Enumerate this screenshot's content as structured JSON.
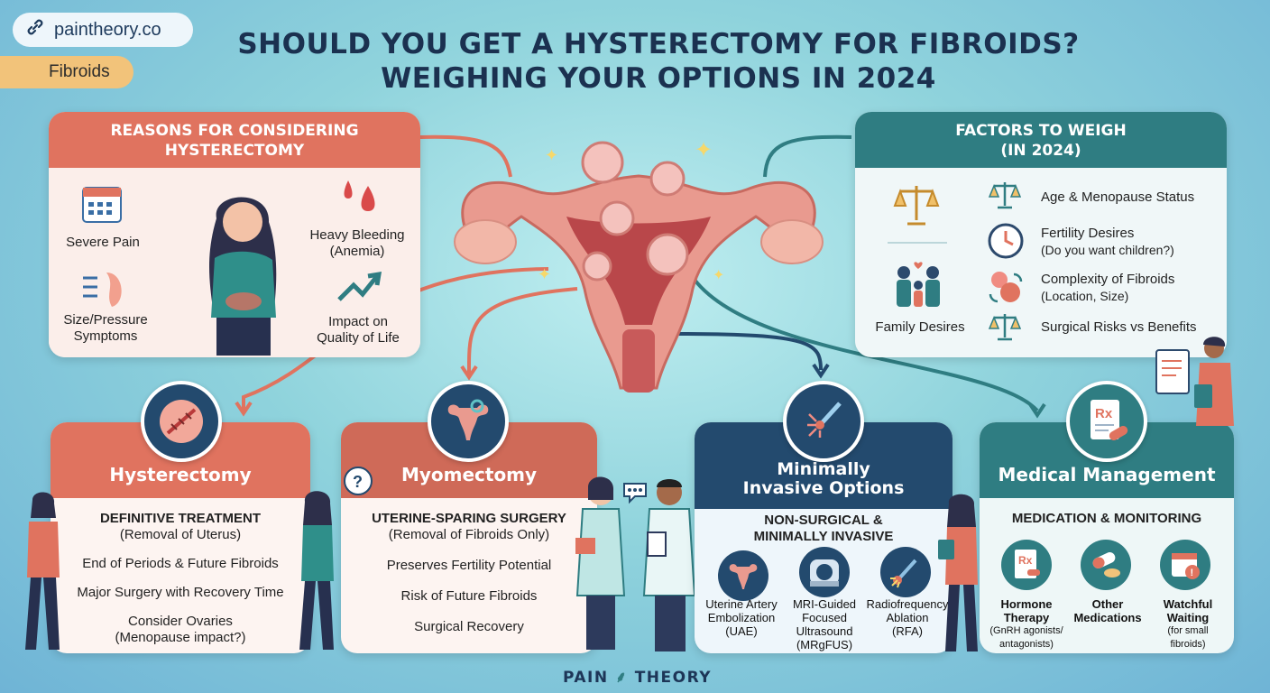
{
  "header": {
    "site": "paintheory.co",
    "tag": "Fibroids",
    "title_line1": "SHOULD YOU GET A HYSTERECTOMY FOR FIBROIDS?",
    "title_line2": "WEIGHING YOUR OPTIONS IN 2024"
  },
  "reasons": {
    "title_line1": "REASONS FOR CONSIDERING",
    "title_line2": "HYSTERECTOMY",
    "severe_pain": "Severe Pain",
    "size_line1": "Size/Pressure",
    "size_line2": "Symptoms",
    "bleeding_line1": "Heavy Bleeding",
    "bleeding_line2": "(Anemia)",
    "impact_line1": "Impact on",
    "impact_line2": "Quality of Life"
  },
  "factors": {
    "title_line1": "FACTORS TO WEIGH",
    "title_line2": "(IN 2024)",
    "family": "Family Desires",
    "age": "Age & Menopause Status",
    "fertility": "Fertility Desires",
    "fertility_sub": "(Do you want children?)",
    "complexity": "Complexity of Fibroids",
    "complexity_sub": "(Location, Size)",
    "risks": "Surgical Risks vs Benefits"
  },
  "hysterectomy": {
    "title": "Hysterectomy",
    "heading": "DEFINITIVE TREATMENT",
    "heading_sub": "(Removal of Uterus)",
    "point1": "End of Periods & Future Fibroids",
    "point2": "Major Surgery with Recovery Time",
    "point3_line1": "Consider Ovaries",
    "point3_line2": "(Menopause impact?)"
  },
  "myomectomy": {
    "title": "Myomectomy",
    "heading": "UTERINE-SPARING SURGERY",
    "heading_sub": "(Removal of Fibroids Only)",
    "point1": "Preserves Fertility Potential",
    "point2": "Risk of Future Fibroids",
    "point3": "Surgical Recovery"
  },
  "minimally": {
    "title_line1": "Minimally",
    "title_line2": "Invasive Options",
    "heading_line1": "NON-SURGICAL &",
    "heading_line2": "MINIMALLY INVASIVE",
    "uae": [
      "Uterine Artery",
      "Embolization",
      "(UAE)"
    ],
    "mrgfus": [
      "MRI-Guided",
      "Focused",
      "Ultrasound",
      "(MRgFUS)"
    ],
    "rfa": [
      "Radiofrequency",
      "Ablation",
      "(RFA)"
    ]
  },
  "medical": {
    "title": "Medical Management",
    "heading": "MEDICATION & MONITORING",
    "hormone": [
      "Hormone",
      "Therapy",
      "(GnRH agonists/",
      "antagonists)"
    ],
    "other": [
      "Other",
      "Medications"
    ],
    "watchful": [
      "Watchful",
      "Waiting",
      "(for small",
      "fibroids)"
    ]
  },
  "brand": {
    "left": "PAIN",
    "right": "THEORY"
  },
  "colors": {
    "coral": "#e0735f",
    "teal": "#2f7d82",
    "navy": "#234a6e",
    "title": "#1b3150"
  }
}
